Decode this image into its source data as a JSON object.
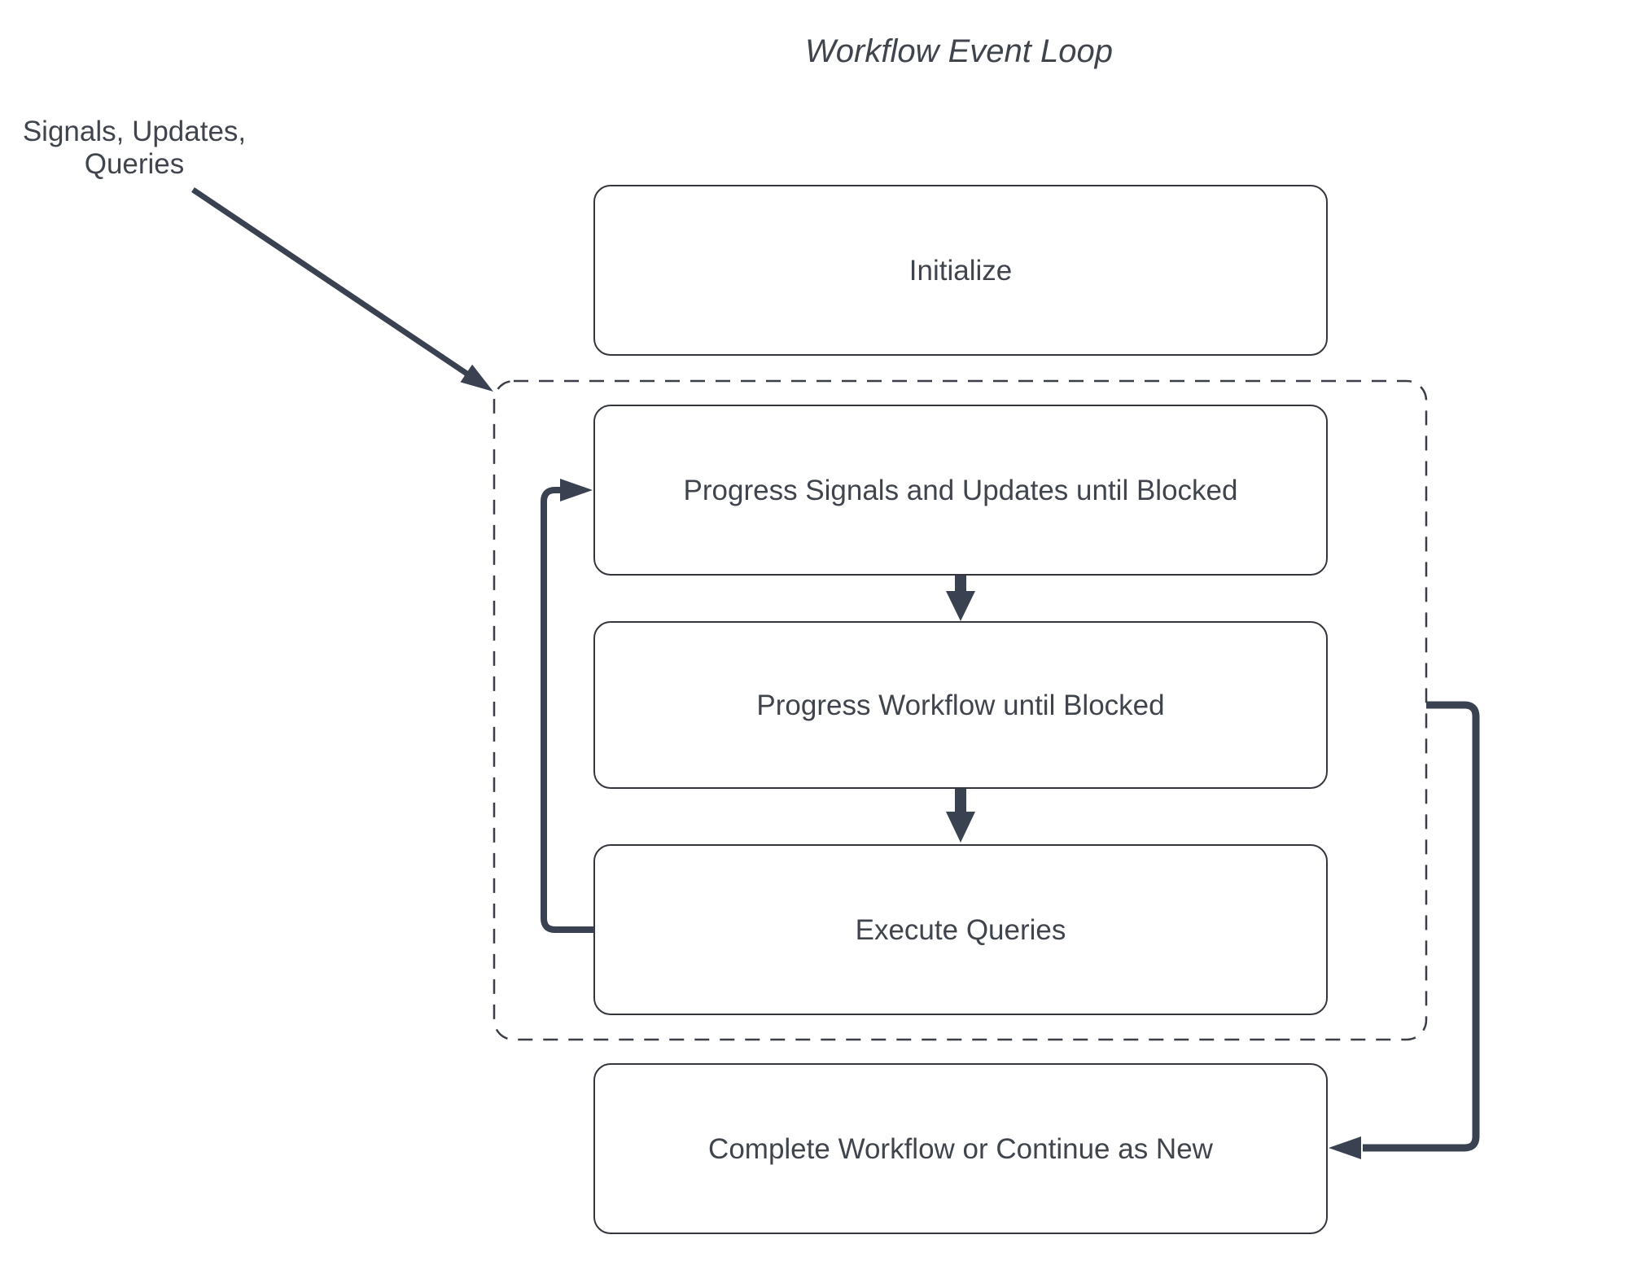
{
  "title": "Workflow Event Loop",
  "annotation": {
    "line1": "Signals, Updates,",
    "line2": "Queries"
  },
  "nodes": {
    "initialize": "Initialize",
    "progress_signals": "Progress Signals and Updates until Blocked",
    "progress_workflow": "Progress Workflow until Blocked",
    "execute_queries": "Execute Queries",
    "complete": "Complete Workflow or Continue as New"
  },
  "edges": [
    {
      "from": "signals-updates-queries-annotation",
      "to": "event-loop-group",
      "style": "thin-diagonal-arrow"
    },
    {
      "from": "progress_signals",
      "to": "progress_workflow",
      "style": "short-down-arrow"
    },
    {
      "from": "progress_workflow",
      "to": "execute_queries",
      "style": "short-down-arrow"
    },
    {
      "from": "execute_queries",
      "to": "progress_signals",
      "style": "thick-loop-back-left"
    },
    {
      "from": "event-loop-group",
      "to": "complete",
      "style": "thick-exit-right"
    }
  ],
  "group": {
    "style": "dashed-rounded-rectangle",
    "contains": [
      "progress_signals",
      "progress_workflow",
      "execute_queries"
    ]
  },
  "colors": {
    "background": "#ffffff",
    "box_border": "#33363c",
    "text": "#40454d",
    "arrow": "#3a4150",
    "dashed_border": "#3a3f47"
  }
}
